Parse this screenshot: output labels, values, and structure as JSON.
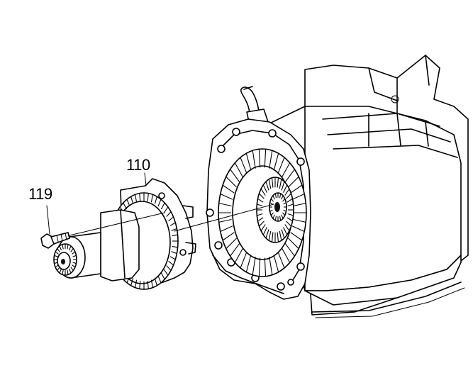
{
  "callouts": [
    {
      "id": "110",
      "text": "110"
    },
    {
      "id": "119",
      "text": "119"
    }
  ],
  "colors": {
    "line": "#000000",
    "background": "#ffffff"
  },
  "gears": {
    "ring_teeth": 42,
    "hub_teeth": 36,
    "shaft_teeth": 20
  }
}
